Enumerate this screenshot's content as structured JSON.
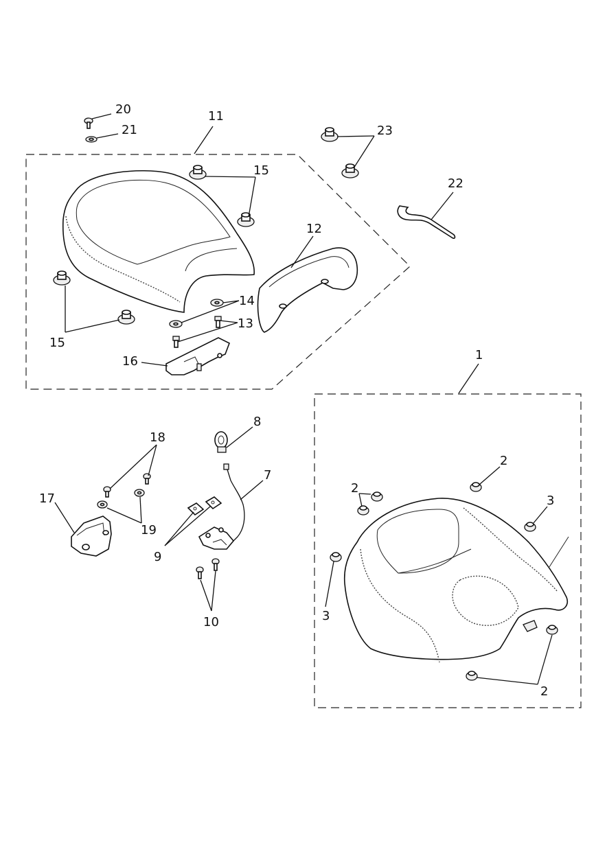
{
  "diagram": {
    "callouts": [
      {
        "id": "1",
        "label": "1"
      },
      {
        "id": "2a",
        "label": "2"
      },
      {
        "id": "2b",
        "label": "2"
      },
      {
        "id": "2c",
        "label": "2"
      },
      {
        "id": "3a",
        "label": "3"
      },
      {
        "id": "3b",
        "label": "3"
      },
      {
        "id": "7",
        "label": "7"
      },
      {
        "id": "8",
        "label": "8"
      },
      {
        "id": "9",
        "label": "9"
      },
      {
        "id": "10",
        "label": "10"
      },
      {
        "id": "11",
        "label": "11"
      },
      {
        "id": "12",
        "label": "12"
      },
      {
        "id": "13",
        "label": "13"
      },
      {
        "id": "14",
        "label": "14"
      },
      {
        "id": "15a",
        "label": "15"
      },
      {
        "id": "15b",
        "label": "15"
      },
      {
        "id": "16",
        "label": "16"
      },
      {
        "id": "17",
        "label": "17"
      },
      {
        "id": "18",
        "label": "18"
      },
      {
        "id": "19",
        "label": "19"
      },
      {
        "id": "20",
        "label": "20"
      },
      {
        "id": "21",
        "label": "21"
      },
      {
        "id": "22",
        "label": "22"
      },
      {
        "id": "23",
        "label": "23"
      }
    ]
  }
}
